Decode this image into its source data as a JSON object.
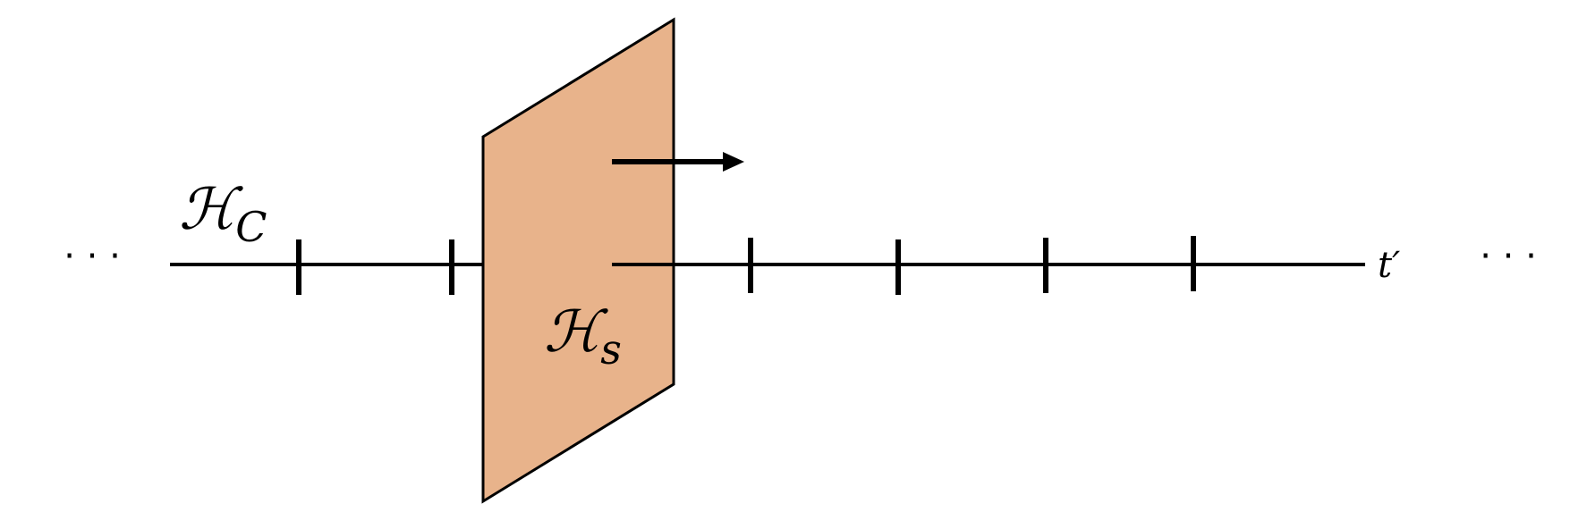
{
  "labels": {
    "left_ellipsis": "· · ·",
    "right_ellipsis": "· · ·",
    "hc_main": "ℋ",
    "hc_sub": "C",
    "hs_main": "ℋ",
    "hs_sub": "s",
    "time_label": "t′"
  },
  "colors": {
    "panel_fill": "#E8B38B",
    "stroke": "#000000"
  }
}
